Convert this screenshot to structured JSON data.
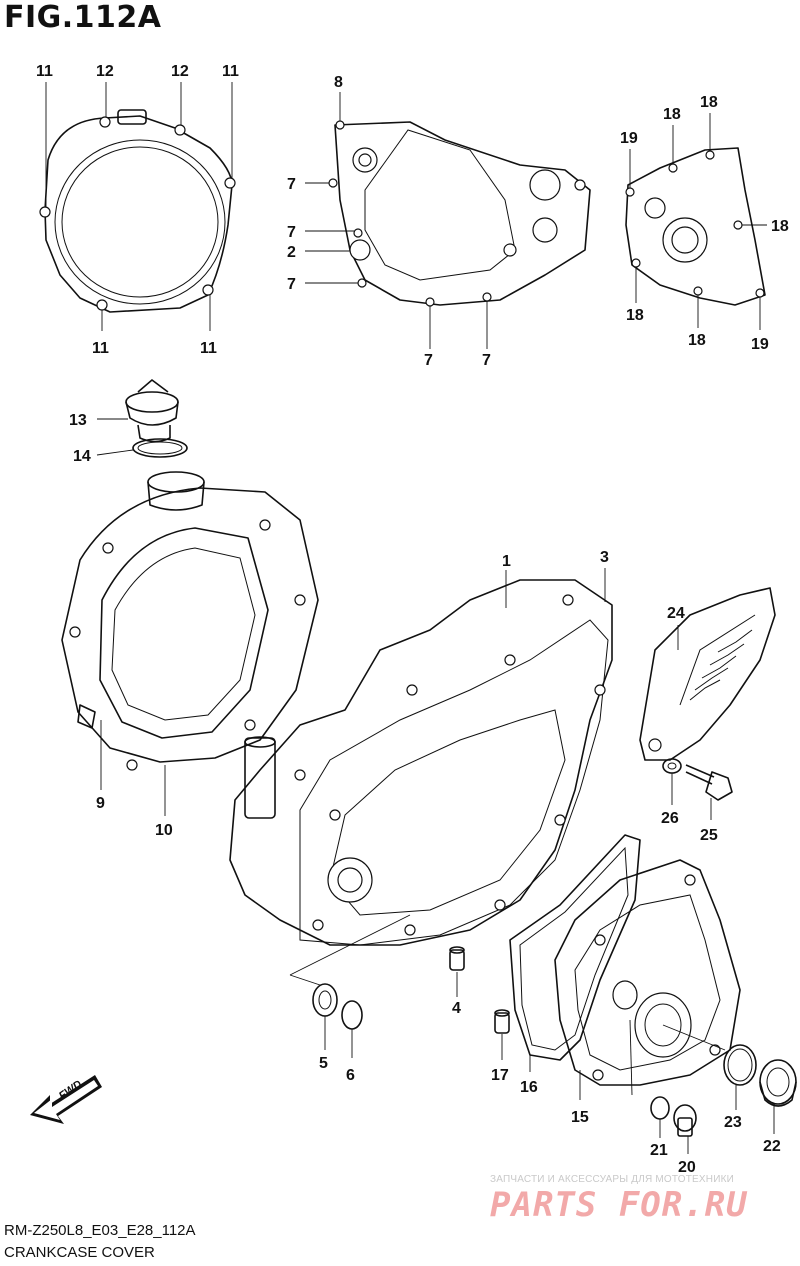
{
  "figure": {
    "title": "FIG.112A",
    "model_code": "RM-Z250L8_E03_E28_112A",
    "caption": "CRANKCASE COVER"
  },
  "direction_marker": "FWD",
  "watermark": {
    "line1": "ЗАПЧАСТИ И АКСЕССУАРЫ ДЛЯ МОТОТЕХНИКИ",
    "line2": "PARTS FOR.RU"
  },
  "callouts": [
    "11",
    "12",
    "12",
    "11",
    "11",
    "11",
    "8",
    "7",
    "7",
    "2",
    "7",
    "7",
    "7",
    "19",
    "18",
    "18",
    "18",
    "18",
    "18",
    "19",
    "13",
    "14",
    "9",
    "10",
    "1",
    "3",
    "24",
    "26",
    "25",
    "4",
    "5",
    "6",
    "17",
    "16",
    "15",
    "21",
    "20",
    "23",
    "22"
  ]
}
